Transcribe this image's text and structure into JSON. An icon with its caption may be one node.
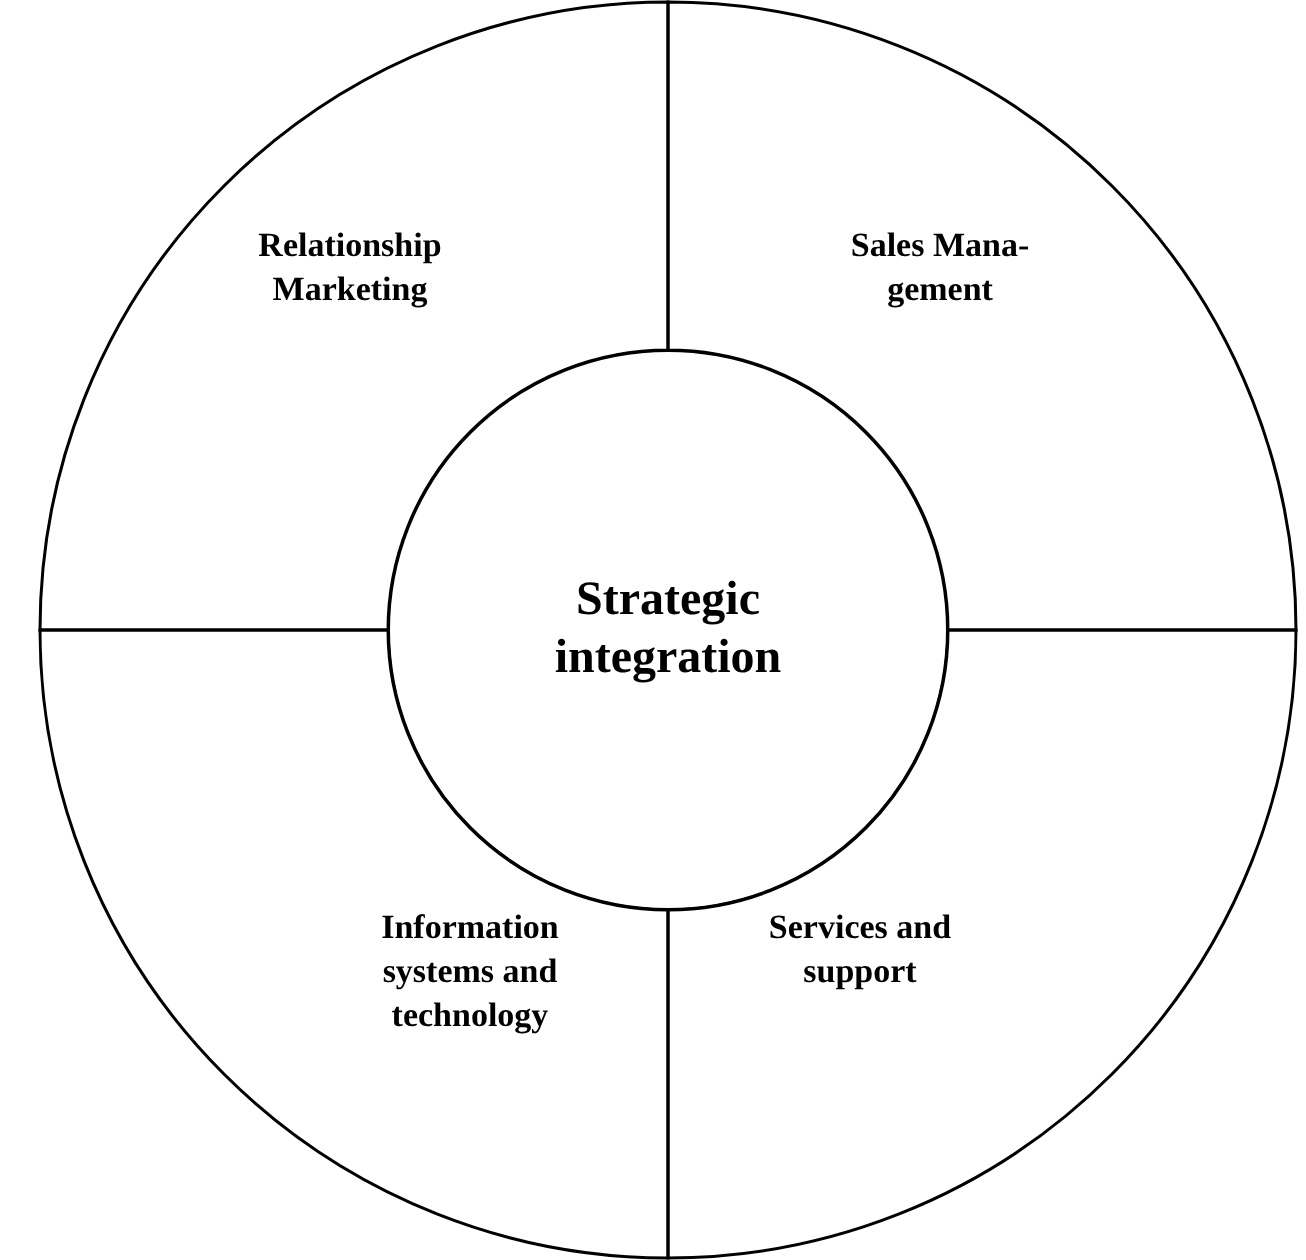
{
  "diagram": {
    "nodes": [
      {
        "text": [
          "Relationship Marketing"
        ]
      },
      {
        "text": [
          "Sales Mana- gement"
        ]
      },
      {
        "text": [
          "Strategic integration"
        ]
      },
      {
        "text": [
          "Information systems and technology"
        ]
      },
      {
        "text": [
          "Services and support"
        ]
      }
    ],
    "edges": []
  }
}
